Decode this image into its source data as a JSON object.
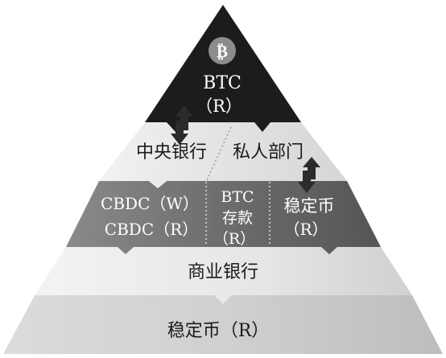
{
  "pyramid": {
    "apex": {
      "icon": "bitcoin-icon",
      "coin_symbol": "₿",
      "title": "BTC",
      "subtitle": "（R）"
    },
    "tier2": {
      "left_label": "中央银行",
      "right_label": "私人部门"
    },
    "tier3": {
      "left_line1": "CBDC（W）",
      "left_line2": "CBDC（R）",
      "mid_line1": "BTC",
      "mid_line2": "存款",
      "mid_line3": "（R）",
      "right_line1": "稳定币",
      "right_line2": "（R）"
    },
    "tier4": {
      "label": "商业银行"
    },
    "base": {
      "label": "稳定币（R）"
    }
  },
  "colors": {
    "apex": "#1c1c1c",
    "tier2": "#e6e6e6",
    "tier3": "#787878",
    "tier4": "#ebebeb",
    "base": "#d3d3d3",
    "arrow": "#2b2b2b",
    "coin": "#8c8c8c"
  }
}
